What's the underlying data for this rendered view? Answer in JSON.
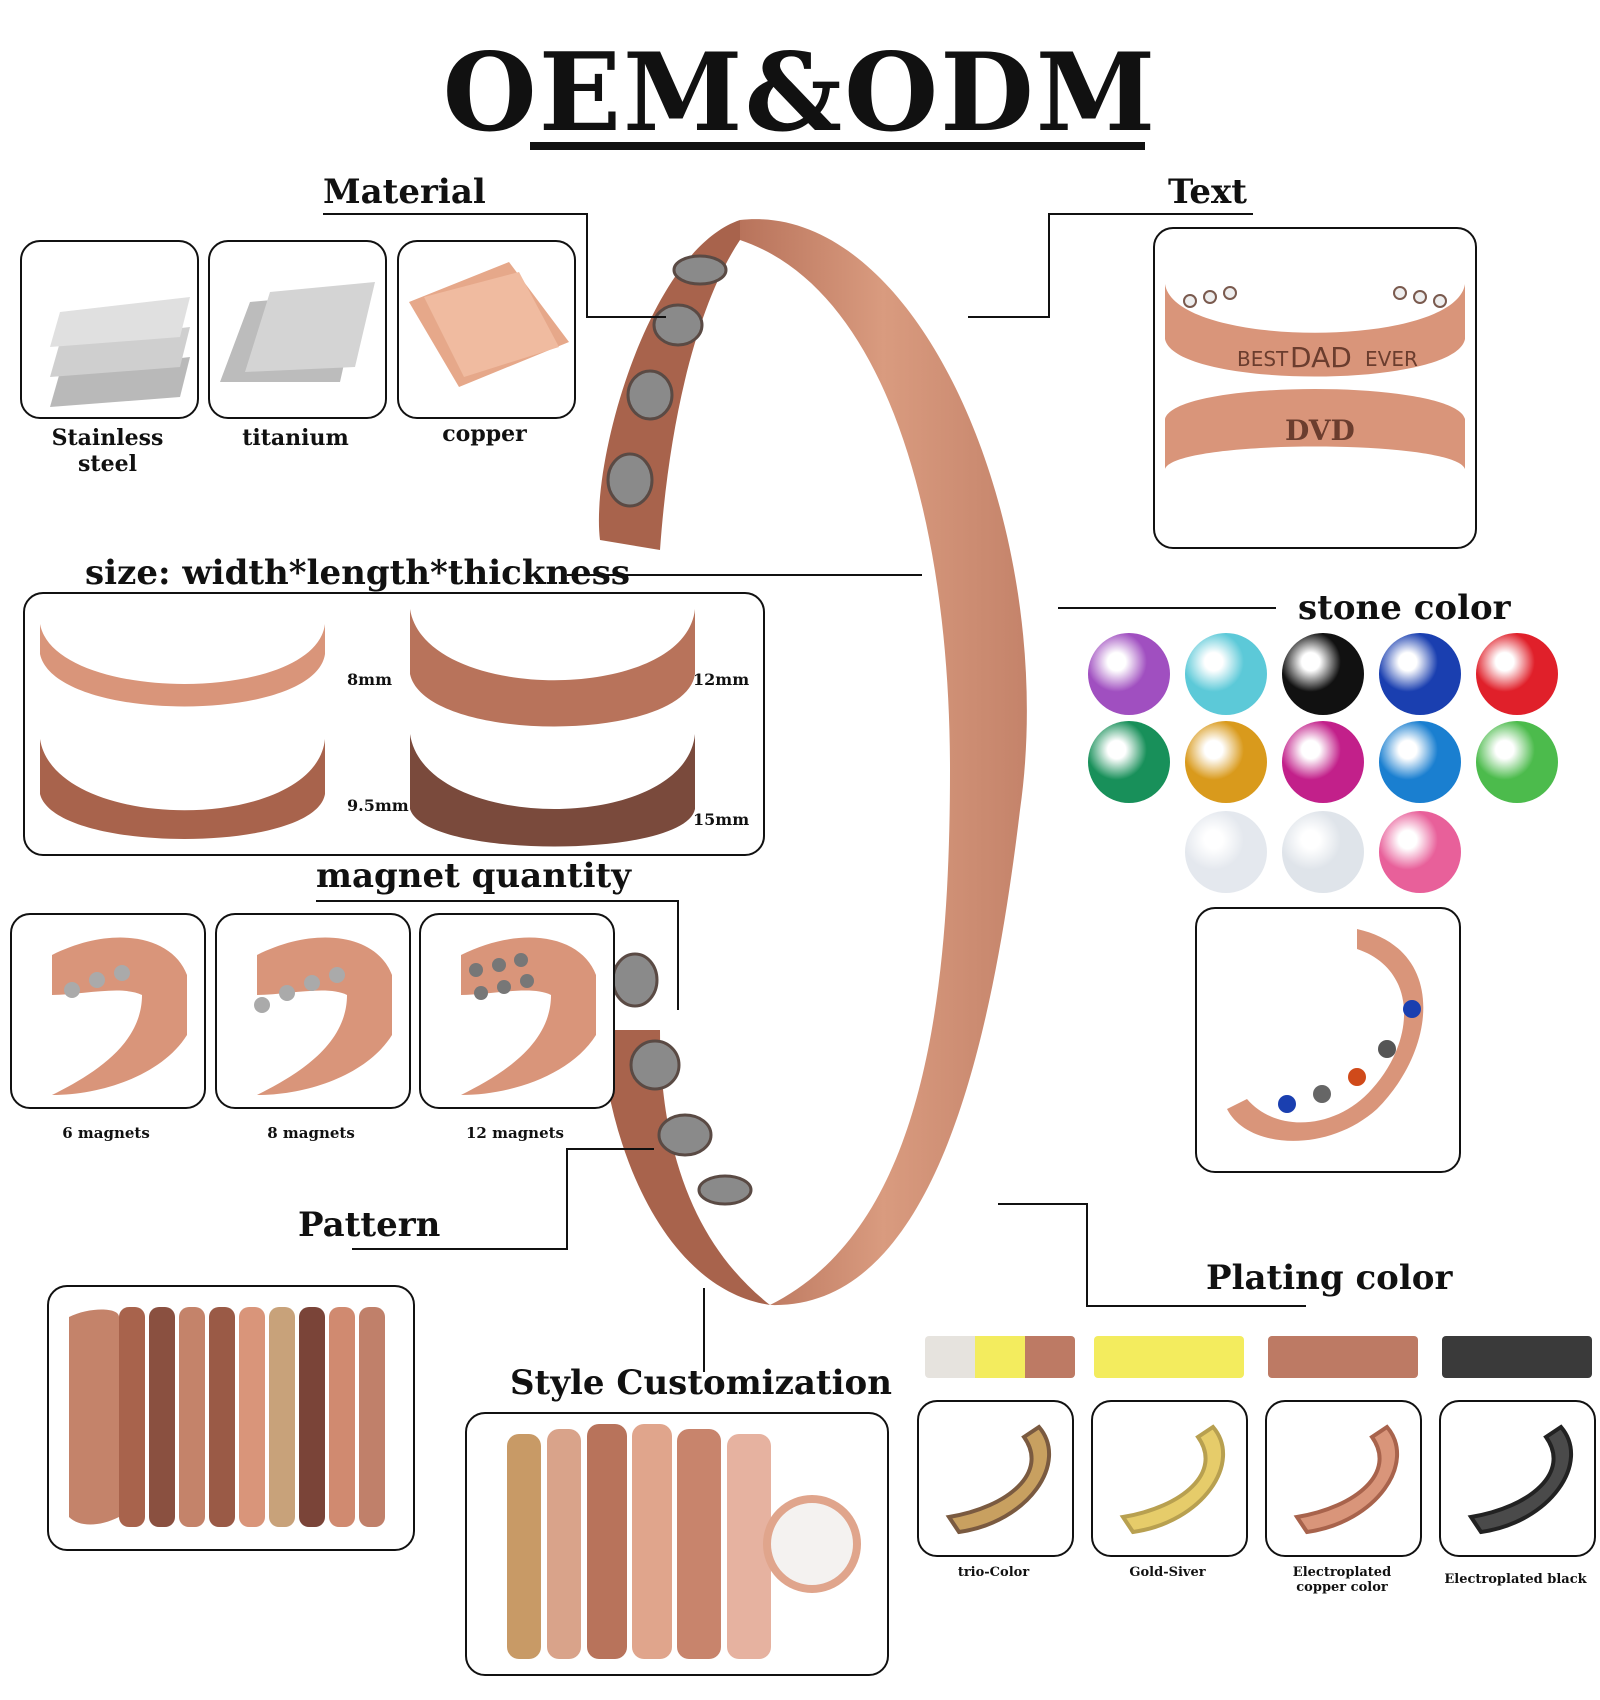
{
  "title": "OEM&ODM",
  "sections": {
    "material": "Material",
    "text": "Text",
    "size": "size: width*length*thickness",
    "stone_color": "stone color",
    "magnet_quantity": "magnet quantity",
    "pattern": "Pattern",
    "style": "Style Customization",
    "plating": "Plating color"
  },
  "materials": [
    {
      "label": "Stainless steel",
      "color": "#c8c8c8"
    },
    {
      "label": "titanium",
      "color": "#bdbdbd"
    },
    {
      "label": "copper",
      "color": "#e8a98a"
    }
  ],
  "engravings": [
    "BEST",
    "DAD",
    "EVER",
    "DVD"
  ],
  "sizes": [
    "8mm",
    "12mm",
    "9.5mm",
    "15mm"
  ],
  "magnets": [
    "6 magnets",
    "8 magnets",
    "12 magnets"
  ],
  "stone_colors": [
    "#a04fc0",
    "#5cc9d8",
    "#111111",
    "#1a3fb0",
    "#e0202a",
    "#18905a",
    "#d99a1c",
    "#c2208a",
    "#1a7fd0",
    "#4cbb4c",
    "#e4e8ee",
    "#dfe4ea",
    "#e8609a"
  ],
  "plating": [
    {
      "label": "trio-Color",
      "colors": [
        "#e6e3de",
        "#f3ec5e",
        "#bd7a64"
      ]
    },
    {
      "label": "Gold-Siver",
      "colors": [
        "#f3ec5e"
      ]
    },
    {
      "label": "Electroplated copper color",
      "colors": [
        "#bd7a64"
      ]
    },
    {
      "label": "Electroplated black",
      "colors": [
        "#3a3a3a"
      ]
    }
  ],
  "colors": {
    "copper": "#cf8f74",
    "copper_dark": "#a86650",
    "line": "#111111"
  }
}
